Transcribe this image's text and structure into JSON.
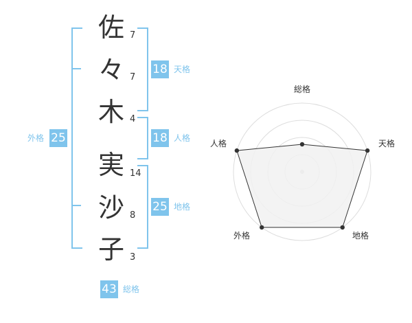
{
  "name": {
    "chars": [
      {
        "char": "佐",
        "strokes": "7"
      },
      {
        "char": "々",
        "strokes": "7"
      },
      {
        "char": "木",
        "strokes": "4"
      },
      {
        "char": "実",
        "strokes": "14"
      },
      {
        "char": "沙",
        "strokes": "8"
      },
      {
        "char": "子",
        "strokes": "3"
      }
    ]
  },
  "scores": {
    "tenkaku": {
      "value": "18",
      "label": "天格"
    },
    "jinkaku": {
      "value": "18",
      "label": "人格"
    },
    "chikaku": {
      "value": "25",
      "label": "地格"
    },
    "gaikaku": {
      "value": "25",
      "label": "外格"
    },
    "soukaku": {
      "value": "43",
      "label": "総格"
    }
  },
  "colors": {
    "accent": "#7fc4ec",
    "text": "#333333",
    "radar_fill": "#f1f1f1",
    "radar_ring": "#dddddd"
  },
  "chart_data": {
    "type": "radar",
    "axes": [
      "総格",
      "天格",
      "地格",
      "外格",
      "人格"
    ],
    "values": [
      0.4,
      1.0,
      1.0,
      1.0,
      1.0
    ],
    "rings": 4,
    "range": [
      0,
      1
    ]
  }
}
